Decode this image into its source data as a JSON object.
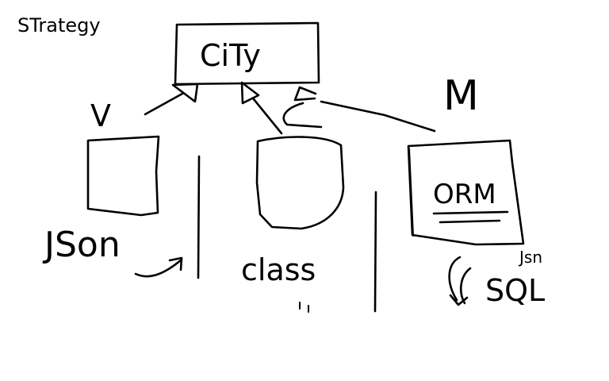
{
  "labels": {
    "strategy": "STrategy",
    "city": "CiTy",
    "v": "V",
    "m": "M",
    "orm": "ORM",
    "json_main": "JSon",
    "json_small": "Jsn",
    "class": "class",
    "sql": "SQL"
  },
  "colors": {
    "ink": "#000000",
    "background": "#ffffff"
  }
}
